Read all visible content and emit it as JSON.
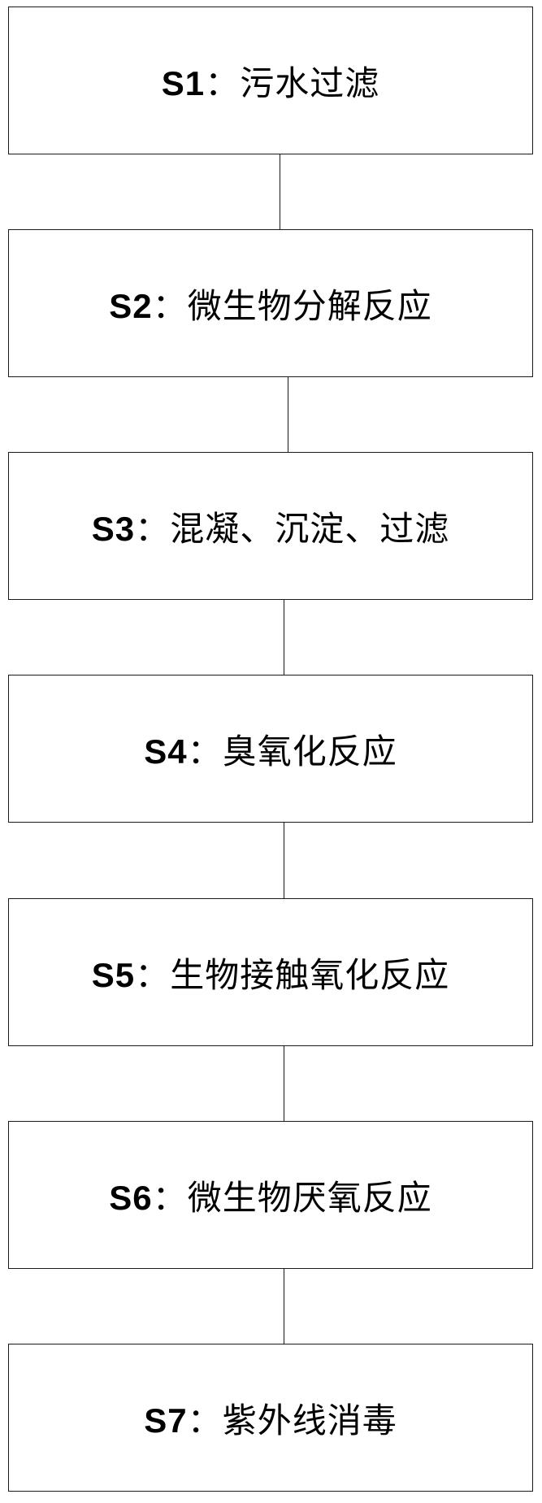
{
  "flowchart": {
    "steps": [
      {
        "id": "S1",
        "sep": "：",
        "label": "污水过滤"
      },
      {
        "id": "S2",
        "sep": "：",
        "label": "微生物分解反应"
      },
      {
        "id": "S3",
        "sep": "：",
        "label": "混凝、沉淀、过滤"
      },
      {
        "id": "S4",
        "sep": "：",
        "label": "臭氧化反应"
      },
      {
        "id": "S5",
        "sep": "：",
        "label": "生物接触氧化反应"
      },
      {
        "id": "S6",
        "sep": "：",
        "label": "微生物厌氧反应"
      },
      {
        "id": "S7",
        "sep": "：",
        "label": "紫外线消毒"
      }
    ]
  }
}
